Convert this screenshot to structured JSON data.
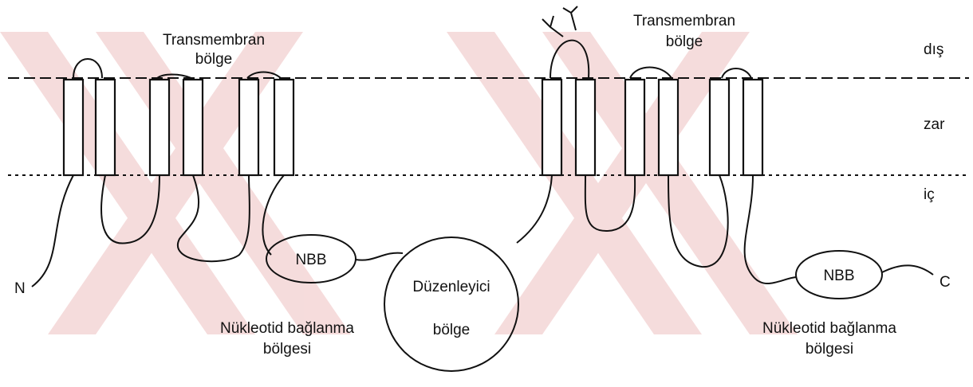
{
  "labels": {
    "tm_left": [
      "Transmembran",
      "bölge"
    ],
    "tm_right": [
      "Transmembran",
      "bölge"
    ],
    "outside": "dış",
    "membrane": "zar",
    "inside": "iç",
    "nbd_left": "NBB",
    "nbd_right": "NBB",
    "regulatory": [
      "Düzenleyici",
      "bölge"
    ],
    "nbd_site_left": [
      "Nükleotid bağlanma",
      "bölgesi"
    ],
    "nbd_site_right": [
      "Nükleotid bağlanma",
      "bölgesi"
    ],
    "n_terminus": "N",
    "c_terminus": "C"
  },
  "colors": {
    "ink": "#111111",
    "watermark": "#f4d6d6"
  }
}
